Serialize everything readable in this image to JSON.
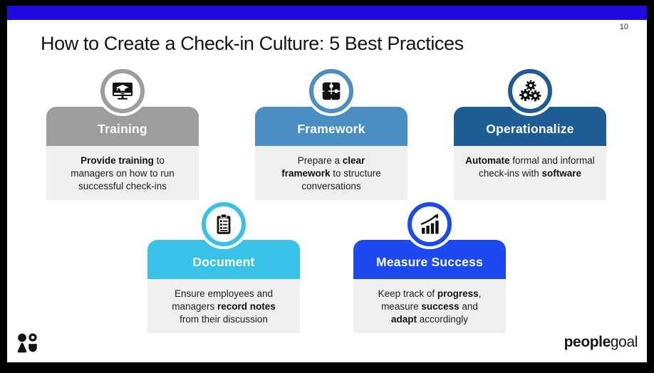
{
  "page": {
    "number": "10"
  },
  "title": "How to Create a Check-in Culture: 5 Best Practices",
  "colors": {
    "accent_bar": "#1f0ae2",
    "frame": "#000000",
    "slide_bg": "#ffffff",
    "card_body_bg": "#efefef",
    "training": "#9d9da0",
    "framework": "#4a8fc4",
    "operationalize": "#1d5c95",
    "document": "#38c2e8",
    "measure_success": "#1c49f0"
  },
  "cards": [
    {
      "title": "Training",
      "color": "#9d9da0",
      "icon": "monitor-graduation-icon",
      "body": [
        {
          "text": "Provide training",
          "bold": true
        },
        {
          "text": " to\nmanagers on how to run\nsuccessful check-ins",
          "bold": false
        }
      ]
    },
    {
      "title": "Framework",
      "color": "#4a8fc4",
      "icon": "puzzle-icon",
      "body": [
        {
          "text": "Prepare a ",
          "bold": false
        },
        {
          "text": "clear\nframework",
          "bold": true
        },
        {
          "text": " to structure\nconversations",
          "bold": false
        }
      ]
    },
    {
      "title": "Operationalize",
      "color": "#1d5c95",
      "icon": "gears-icon",
      "body": [
        {
          "text": "Automate",
          "bold": true
        },
        {
          "text": " formal and informal\ncheck-ins with ",
          "bold": false
        },
        {
          "text": "software",
          "bold": true
        }
      ]
    },
    {
      "title": "Document",
      "color": "#38c2e8",
      "icon": "clipboard-icon",
      "body": [
        {
          "text": "Ensure employees and\nmanagers ",
          "bold": false
        },
        {
          "text": "record notes",
          "bold": true
        },
        {
          "text": "\nfrom their discussion",
          "bold": false
        }
      ]
    },
    {
      "title": "Measure Success",
      "color": "#1c49f0",
      "icon": "growth-chart-icon",
      "body": [
        {
          "text": "Keep track of ",
          "bold": false
        },
        {
          "text": "progress",
          "bold": true
        },
        {
          "text": ",\nmeasure ",
          "bold": false
        },
        {
          "text": "success",
          "bold": true
        },
        {
          "text": " and\n",
          "bold": false
        },
        {
          "text": "adapt",
          "bold": true
        },
        {
          "text": " accordingly",
          "bold": false
        }
      ]
    }
  ],
  "footer": {
    "logo_icon": "two-people-icon",
    "brand_bold": "people",
    "brand_regular": "goal"
  }
}
